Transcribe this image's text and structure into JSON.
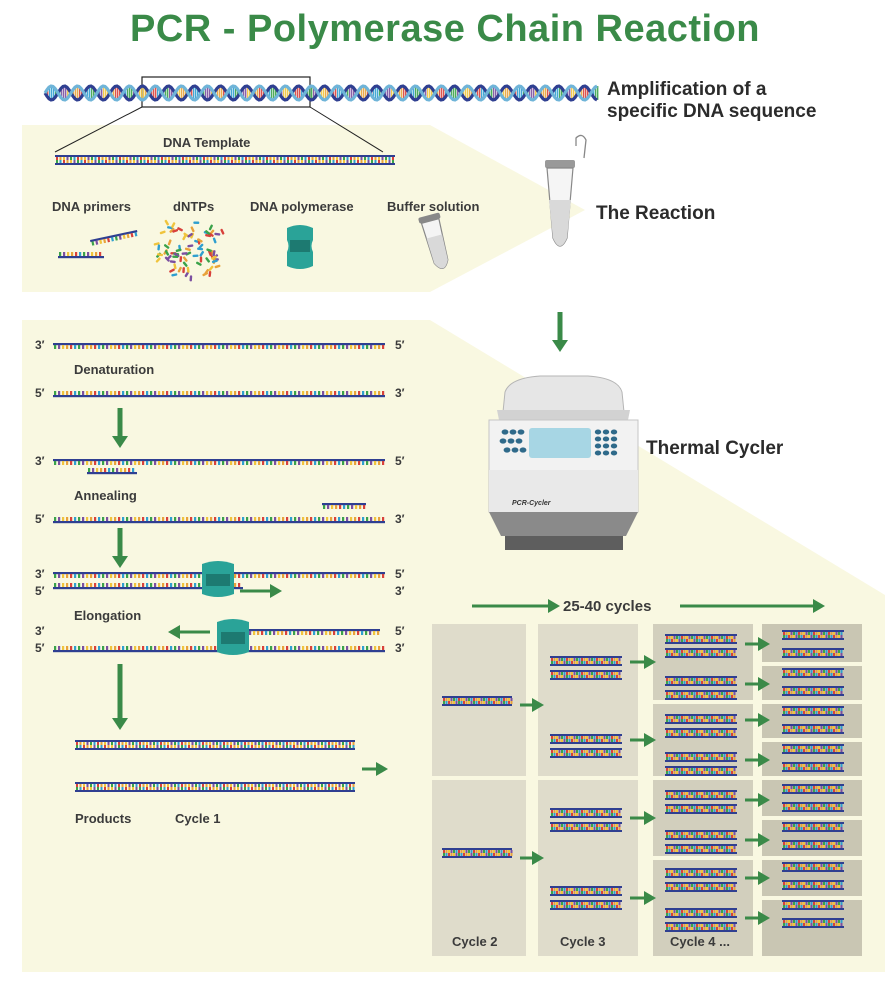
{
  "title": "PCR - Polymerase Chain Reaction",
  "top": {
    "amplification_line1": "Amplification of a",
    "amplification_line2": "specific DNA sequence"
  },
  "reaction": {
    "template_label": "DNA Template",
    "primers_label": "DNA primers",
    "dntps_label": "dNTPs",
    "polymerase_label": "DNA polymerase",
    "buffer_label": "Buffer solution",
    "reaction_label": "The Reaction"
  },
  "cycler": {
    "label": "Thermal Cycler",
    "brand": "PCR-Cycler"
  },
  "steps": {
    "denaturation": "Denaturation",
    "annealing": "Annealing",
    "elongation": "Elongation",
    "products": "Products",
    "cycle1": "Cycle 1"
  },
  "ends": {
    "three": "3′",
    "five": "5′"
  },
  "cycles": {
    "range_label": "25-40 cycles",
    "cycle2": "Cycle 2",
    "cycle3": "Cycle 3",
    "cycle4": "Cycle 4 ..."
  },
  "colors": {
    "green": "#3a8a48",
    "panel": "#f9f8e1",
    "teal": "#2aa398",
    "blue": "#2f3f91"
  }
}
